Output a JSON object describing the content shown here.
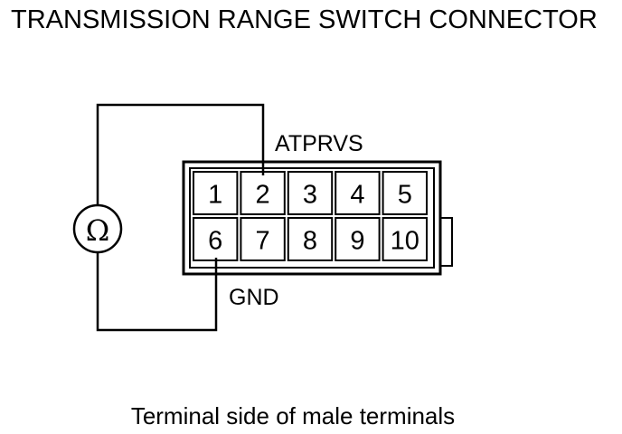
{
  "title": "TRANSMISSION RANGE SWITCH CONNECTOR",
  "signal_label": "ATPRVS",
  "ground_label": "GND",
  "meter_symbol": "Ω",
  "meter_icon": "ohmmeter-icon",
  "pins_top": [
    "1",
    "2",
    "3",
    "4",
    "5"
  ],
  "pins_bottom": [
    "6",
    "7",
    "8",
    "9",
    "10"
  ],
  "caption": "Terminal side of male terminals",
  "colors": {
    "line": "#000000",
    "background": "#ffffff"
  }
}
